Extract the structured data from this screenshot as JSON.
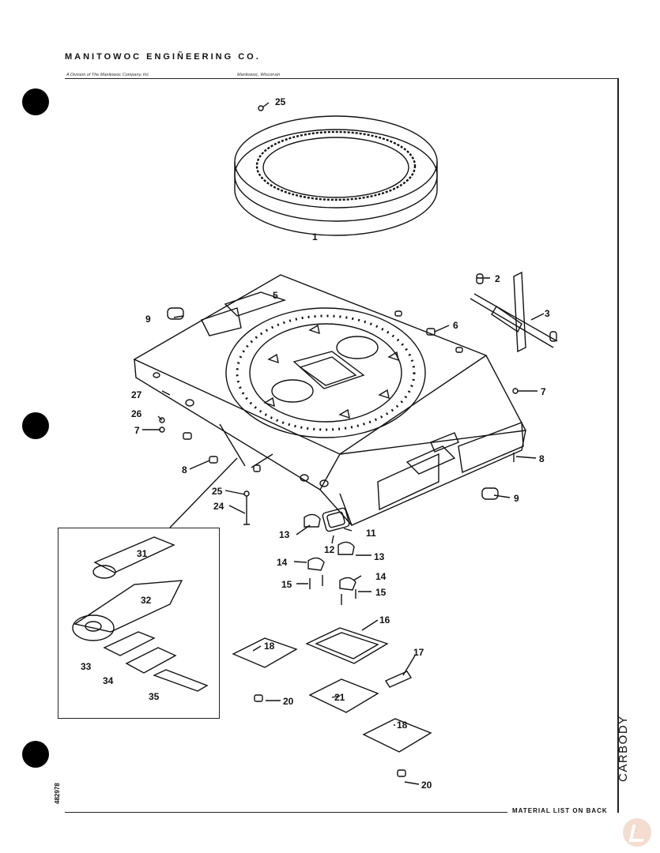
{
  "header": {
    "company": "MANITOWOC ENGIÑEERING CO.",
    "division": "A Division of The Manitowoc Company, Inc",
    "location": "Manitowoc, Wisconsin"
  },
  "footer": {
    "note": "MATERIAL LIST ON BACK"
  },
  "side_label": "CARBODY",
  "document_number": "482978",
  "callouts": {
    "c1": "1",
    "c2": "2",
    "c3": "3",
    "c5": "5",
    "c6": "6",
    "c7a": "7",
    "c7b": "7",
    "c8a": "8",
    "c8b": "8",
    "c9a": "9",
    "c9b": "9",
    "c11": "11",
    "c12": "12",
    "c13a": "13",
    "c13b": "13",
    "c14a": "14",
    "c14b": "14",
    "c15a": "15",
    "c15b": "15",
    "c16": "16",
    "c17": "17",
    "c18a": "18",
    "c18b": "18",
    "c20a": "20",
    "c20b": "20",
    "c21": "21",
    "c24": "24",
    "c25a": "25",
    "c25b": "25",
    "c26": "26",
    "c27": "27",
    "c31": "31",
    "c32": "32",
    "c33": "33",
    "c34": "34",
    "c35": "35"
  },
  "colors": {
    "ink": "#111111",
    "hole": "#000000",
    "watermark": "#f3d6c6"
  }
}
